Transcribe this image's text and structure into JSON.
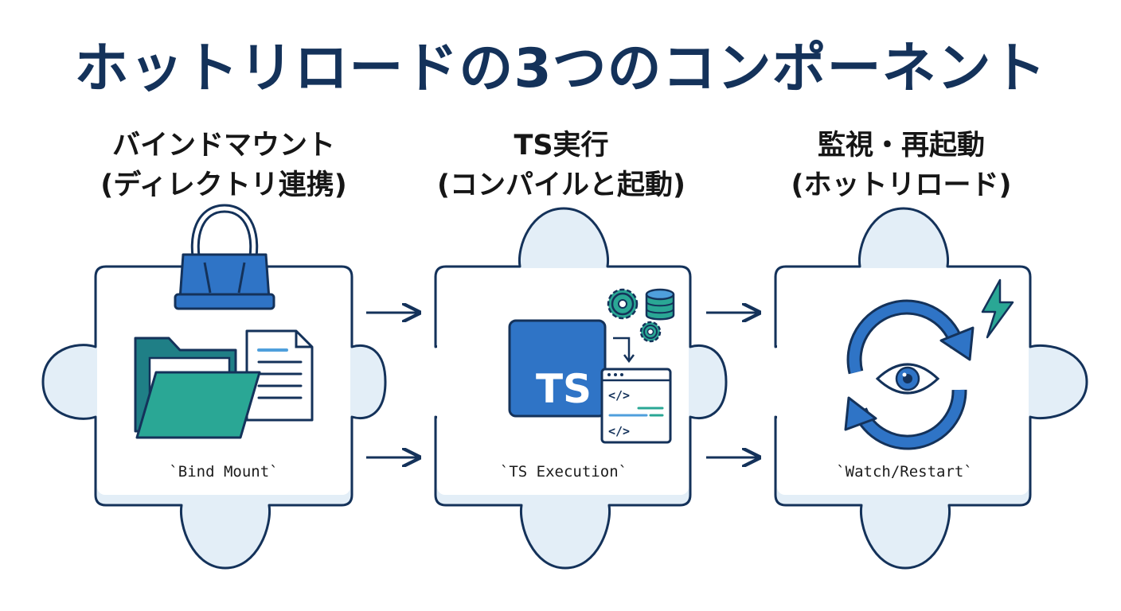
{
  "title": "ホットリロードの3つのコンポーネント",
  "components": [
    {
      "title_line1": "バインドマウント",
      "title_line2": "(ディレクトリ連携)",
      "caption": "`Bind Mount`",
      "icons": [
        "binder-clip-icon",
        "folder-icon",
        "document-icon"
      ]
    },
    {
      "title_line1": "TS実行",
      "title_line2": "(コンパイルと起動)",
      "caption": "`TS Execution`",
      "badge": "TS",
      "code_tag": "</>",
      "icons": [
        "typescript-icon",
        "gear-icon",
        "database-icon",
        "code-window-icon"
      ]
    },
    {
      "title_line1": "監視・再起動",
      "title_line2": "(ホットリロード)",
      "caption": "`Watch/Restart`",
      "icons": [
        "refresh-cycle-icon",
        "eye-icon",
        "lightning-icon"
      ]
    }
  ],
  "colors": {
    "title": "#14325a",
    "outline": "#14325a",
    "puzzle_tab": "#e3eef7",
    "blue": "#2f74c6",
    "teal": "#2aa795"
  }
}
